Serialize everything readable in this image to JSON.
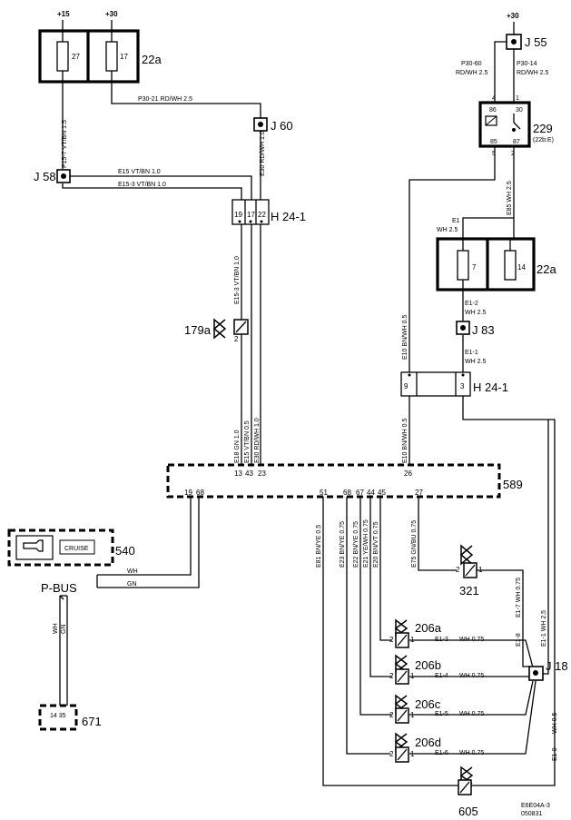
{
  "power": {
    "plus15": "+15",
    "plus30_top": "+30",
    "plus30_right": "+30"
  },
  "fuse_box_top": {
    "label": "22a",
    "fuse_a": "27",
    "fuse_b": "17"
  },
  "fuse_box_right": {
    "label": "22a",
    "fuse_a": "7",
    "fuse_b": "14"
  },
  "junctions": {
    "j55": "J 55",
    "j60": "J 60",
    "j58": "J 58",
    "j83": "J 83",
    "j18": "J 18"
  },
  "connectors": {
    "h24_left": {
      "label": "H 24-1",
      "pins": [
        "19",
        "17",
        "22"
      ]
    },
    "h24_right": {
      "label": "H 24-1",
      "pin_a": "9",
      "pin_b": "3"
    }
  },
  "relay": {
    "label": "229",
    "sub": "(22b:E)",
    "pin_86": "86",
    "pin_30": "30",
    "pin_85": "85",
    "pin_87": "87",
    "pin_4": "4",
    "pin_1": "1",
    "pin_5": "5",
    "pin_2": "2"
  },
  "wires": {
    "p157": "P15-7  VT/BN  1.5",
    "p3021": "P30-21   RD/WH  2.5",
    "j60_down": "E30  RD/WH  1.0",
    "e15": "E15   VT/BN     1.0",
    "e153": "E15-3    VT/BN  1.0",
    "e153v": "E15-3  VT/BN  1.0",
    "e18": "E18  GN 1.0",
    "e15b": "E15  VT/BN  0.5",
    "e30b": "E30  RD/WH  1.0",
    "p3060": "P30-60",
    "p3060c": "RD/WH   2.5",
    "p3014": "P30-14",
    "p3014c": "RD/WH  2.5",
    "e85": "E85  WH 2.5",
    "e1": "E1",
    "e1c": "WH 2.5",
    "e12": "E1-2",
    "e12c": "WH 2.5",
    "e11": "E1-1",
    "e11c": "WH 2.5",
    "e10a": "E10  BN/WH  0.5",
    "e10b": "E10  BN/WH  0.5",
    "e81": "E81  BN/YE  0.5",
    "e23": "E23  BN/YE  0.75",
    "e22": "E22  BN/YE  0.75",
    "e21": "E21  YE/WH  0.75",
    "e20": "E20  BN/VT  0.75",
    "e75": "E75  GN/BU  0.75",
    "e13": "E1-3",
    "e14": "E1-4",
    "e15w": "E1-5",
    "e16": "E1-6",
    "wh075": "WH  0.75",
    "e18v": "E1-8",
    "e17v": "E1-7  WH  0.75",
    "e11v": "E1-1  WH  2.5",
    "e19v": "E1-9",
    "wh05": "WH  0.5",
    "wh_gn_top": "WH",
    "gn_top": "GN",
    "wh_v": "WH",
    "gn_v": "GN"
  },
  "components": {
    "c179a": "179a",
    "c589": "589",
    "c540": "540",
    "c540_text": "CRUISE",
    "c321": "321",
    "c206a": "206a",
    "c206b": "206b",
    "c206c": "206c",
    "c206d": "206d",
    "c605": "605",
    "c671": "671",
    "c671_pins": "14  35",
    "pbus": "P-BUS"
  },
  "pins589": {
    "top": [
      "13",
      "43",
      "23",
      "26"
    ],
    "bottom": [
      "19",
      "68",
      "51",
      "68",
      "67",
      "44",
      "45",
      "27"
    ]
  },
  "pin_marks": {
    "two": "2",
    "one": "1",
    "three": "3",
    "nine": "9"
  },
  "footer": {
    "code1": "E6E04A-3",
    "code2": "050831"
  }
}
